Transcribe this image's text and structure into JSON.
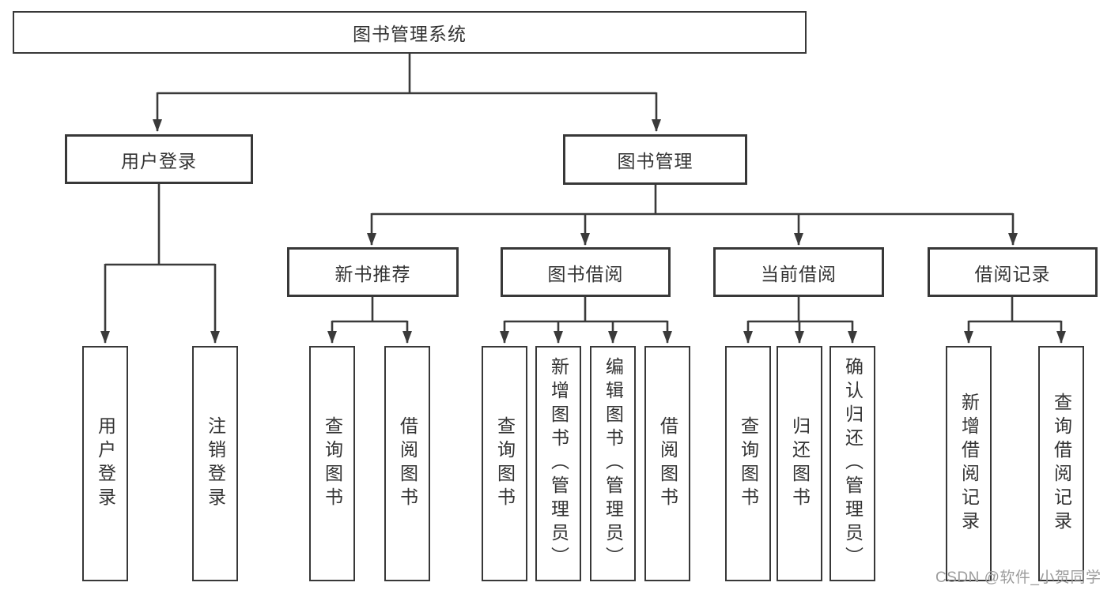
{
  "nodes": {
    "root": "图书管理系统",
    "login": "用户登录",
    "manage": "图书管理",
    "recommend": "新书推荐",
    "borrow": "图书借阅",
    "current": "当前借阅",
    "records": "借阅记录"
  },
  "leaves": {
    "login_user": "用户登录",
    "logout": "注销登录",
    "rec_query": "查询图书",
    "rec_borrow": "借阅图书",
    "bor_query": "查询图书",
    "bor_add": "新增图书（管理员）",
    "bor_edit": "编辑图书（管理员）",
    "bor_borrow": "借阅图书",
    "cur_query": "查询图书",
    "cur_return": "归还图书",
    "cur_confirm": "确认归还（管理员）",
    "records_add": "新增借阅记录",
    "records_query": "查询借阅记录"
  },
  "watermark": "CSDN @软件_小贺同学",
  "colors": {
    "line": "#3a3a3a",
    "box_border": "#383838",
    "text": "#333333",
    "watermark": "#9c9c9c",
    "background": "#ffffff"
  }
}
